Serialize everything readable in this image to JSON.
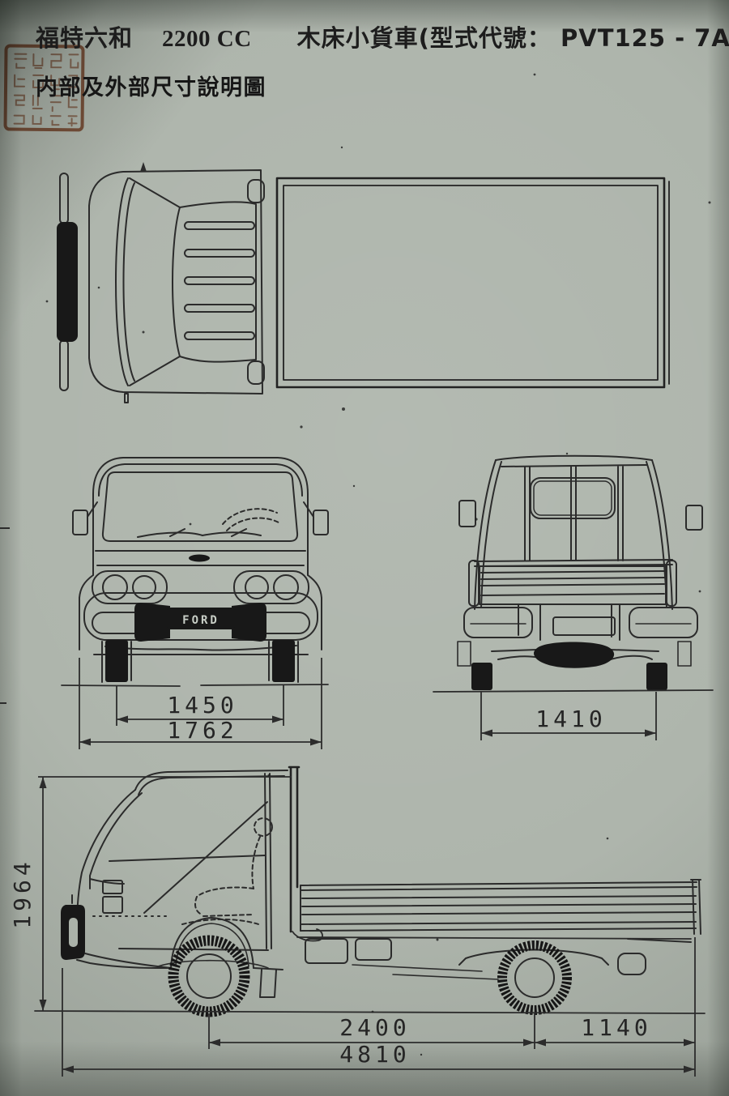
{
  "document": {
    "title": {
      "brand": "福特六和",
      "engine": "2200 CC",
      "model": "木床小貨車(型式代號： PVT125 - 7A)"
    },
    "subtitle": "内部及外部尺寸說明圖"
  },
  "badge": {
    "text": "FORD"
  },
  "dimensions": {
    "front_track": "1450",
    "front_overall_width": "1762",
    "rear_track": "1410",
    "overall_height": "1964",
    "wheelbase": "2400",
    "rear_overhang": "1140",
    "overall_length": "4810"
  },
  "colors": {
    "paper": "#aeb5ac",
    "ink": "#2b2b2b",
    "stamp_red": "#9a4c2b"
  }
}
